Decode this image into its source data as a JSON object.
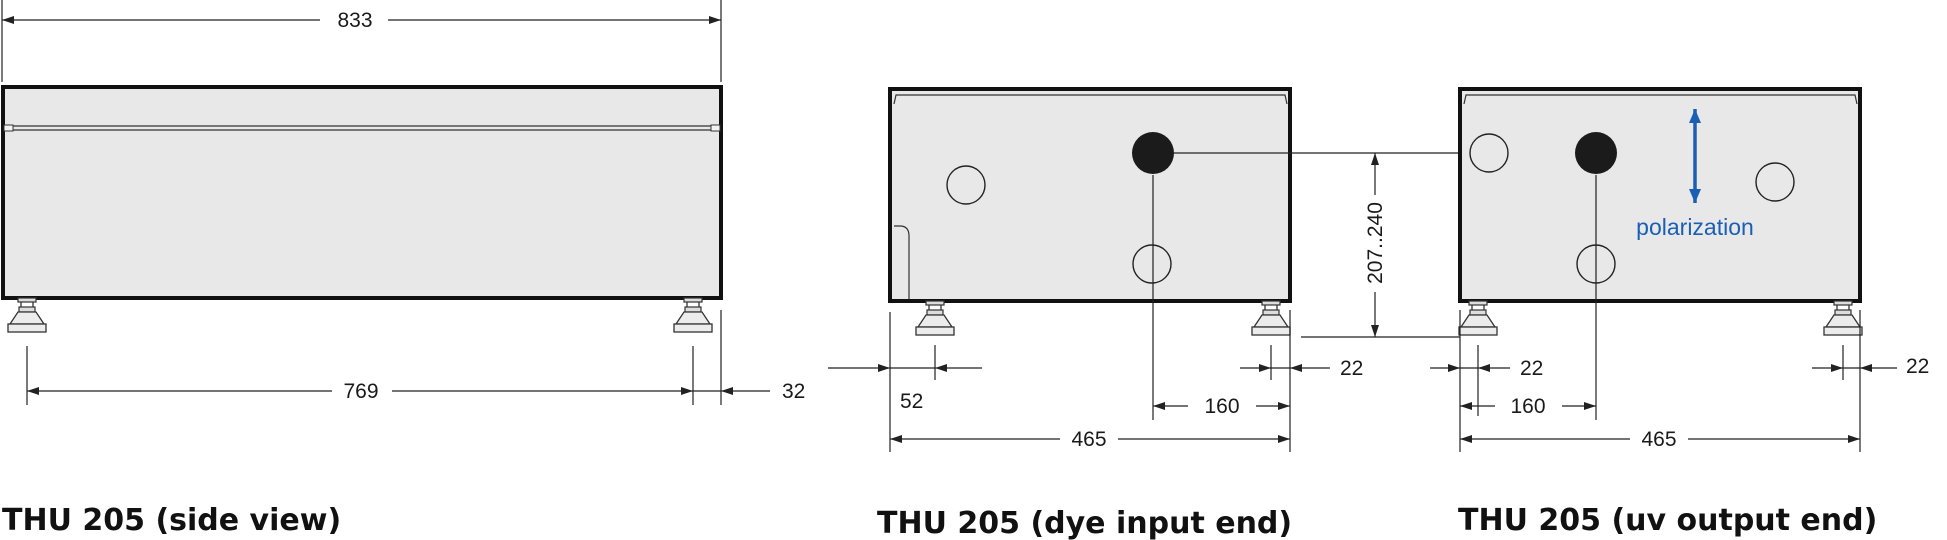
{
  "colors": {
    "body_fill": "#e8e8e8",
    "outline": "#111111",
    "accent": "#1a5fb4",
    "line": "#222222"
  },
  "views": {
    "side": {
      "caption": "THU 205 (side view)",
      "dims": {
        "overall_length": "833",
        "foot_spacing": "769",
        "foot_offset": "32"
      }
    },
    "dye": {
      "caption": "THU 205 (dye input end)",
      "dims": {
        "foot_left_offset": "52",
        "foot_right_offset": "22",
        "port_offset": "160",
        "width": "465",
        "height_range": "207..240"
      }
    },
    "uv": {
      "caption": "THU 205 (uv output end)",
      "dims": {
        "foot_left_offset": "22",
        "foot_right_offset": "22",
        "port_offset": "160",
        "width": "465"
      },
      "polarization_label": "polarization"
    }
  }
}
